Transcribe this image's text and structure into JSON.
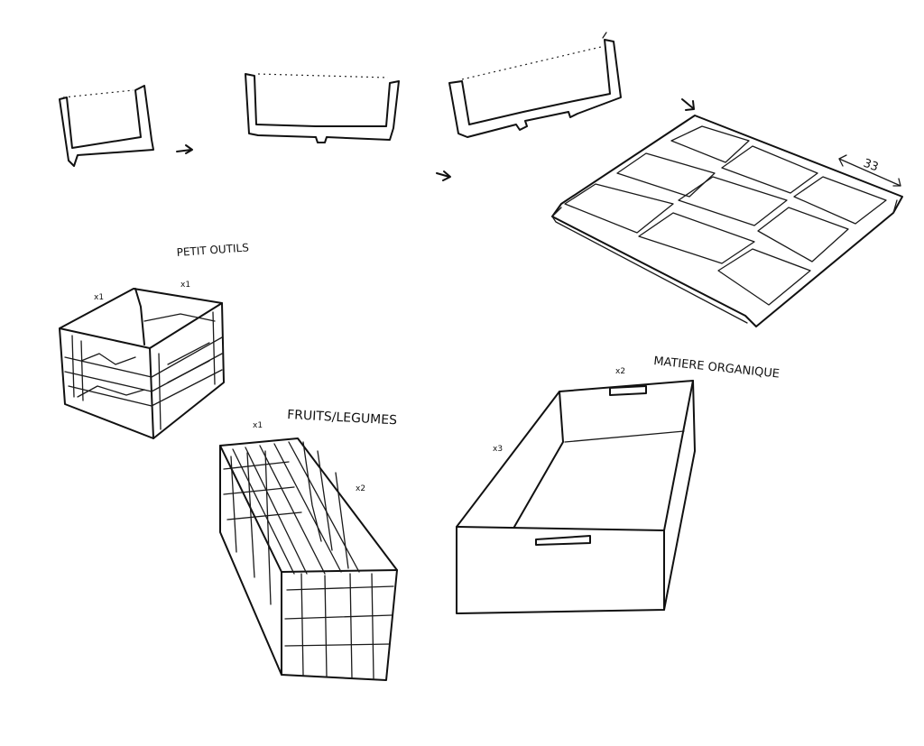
{
  "labels": {
    "petit_outils": "PETIT OUTILS",
    "fruits_legumes": "FRUITS/LEGUMES",
    "matiere_organique": "MATIERE ORGANIQUE",
    "dimension": "33"
  },
  "quantities": {
    "crate_left": "x1",
    "crate_right": "x1",
    "fruit_left": "x1",
    "fruit_right": "x2",
    "box_top": "x2",
    "box_left": "x3"
  },
  "colors": {
    "ink": "#111111",
    "paper": "#ffffff"
  }
}
